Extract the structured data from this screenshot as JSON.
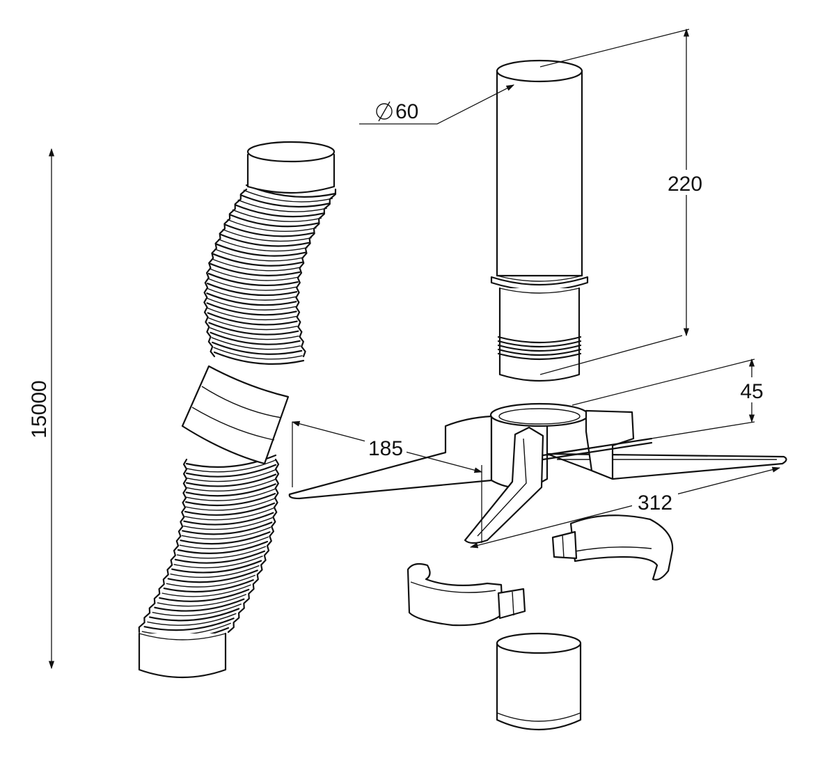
{
  "dimensions": {
    "hose_length": "15000",
    "pipe_diameter": "60",
    "pipe_length": "220",
    "base_height": "45",
    "base_half_span": "185",
    "base_span": "312"
  },
  "symbols": {
    "diameter": "diameter-symbol"
  },
  "colors": {
    "line": "#111111",
    "background": "#ffffff"
  }
}
